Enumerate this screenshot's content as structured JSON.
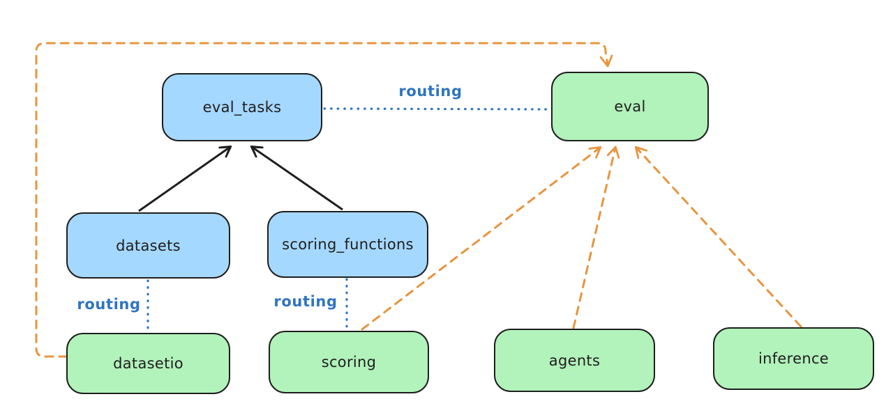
{
  "diagram": {
    "nodes": [
      {
        "id": "eval_tasks",
        "label": "eval_tasks",
        "kind": "api",
        "fill": "#a5d8ff"
      },
      {
        "id": "eval",
        "label": "eval",
        "kind": "provider",
        "fill": "#b2f2bb"
      },
      {
        "id": "datasets",
        "label": "datasets",
        "kind": "api",
        "fill": "#a5d8ff"
      },
      {
        "id": "scoring_functions",
        "label": "scoring_functions",
        "kind": "api",
        "fill": "#a5d8ff"
      },
      {
        "id": "datasetio",
        "label": "datasetio",
        "kind": "provider",
        "fill": "#b2f2bb"
      },
      {
        "id": "scoring",
        "label": "scoring",
        "kind": "provider",
        "fill": "#b2f2bb"
      },
      {
        "id": "agents",
        "label": "agents",
        "kind": "provider",
        "fill": "#b2f2bb"
      },
      {
        "id": "inference",
        "label": "inference",
        "kind": "provider",
        "fill": "#b2f2bb"
      }
    ],
    "edges": [
      {
        "from": "datasets",
        "to": "eval_tasks",
        "style": "solid-arrow",
        "color": "#1e1e1e",
        "label": ""
      },
      {
        "from": "scoring_functions",
        "to": "eval_tasks",
        "style": "solid-arrow",
        "color": "#1e1e1e",
        "label": ""
      },
      {
        "from": "eval_tasks",
        "to": "eval",
        "style": "dotted-line",
        "color": "#2f74c0",
        "label": "routing"
      },
      {
        "from": "datasets",
        "to": "datasetio",
        "style": "dotted-line",
        "color": "#2f74c0",
        "label": "routing"
      },
      {
        "from": "scoring_functions",
        "to": "scoring",
        "style": "dotted-line",
        "color": "#2f74c0",
        "label": "routing"
      },
      {
        "from": "datasetio",
        "to": "eval",
        "style": "dashed-arrow",
        "color": "#e8943e",
        "label": ""
      },
      {
        "from": "scoring",
        "to": "eval",
        "style": "dashed-arrow",
        "color": "#e8943e",
        "label": ""
      },
      {
        "from": "agents",
        "to": "eval",
        "style": "dashed-arrow",
        "color": "#e8943e",
        "label": ""
      },
      {
        "from": "inference",
        "to": "eval",
        "style": "dashed-arrow",
        "color": "#e8943e",
        "label": ""
      }
    ],
    "colors": {
      "api_fill": "#a5d8ff",
      "provider_fill": "#b2f2bb",
      "stroke": "#1e1e1e",
      "routing_blue": "#2f74c0",
      "provider_orange": "#e8943e",
      "background": "#ffffff"
    }
  }
}
